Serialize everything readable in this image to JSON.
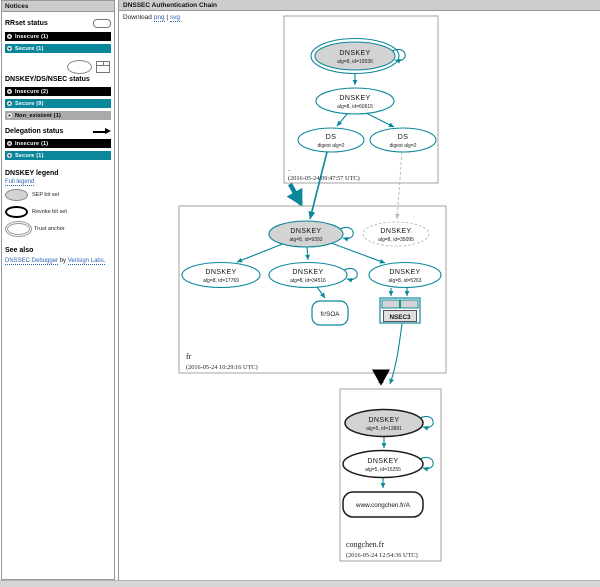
{
  "colors": {
    "secure": "#0a879a",
    "insecure": "#000000",
    "non_existent": "#aaaaaa",
    "sep_fill": "#d3d3d3",
    "link": "#3167b1",
    "panel_header": "#cccccc"
  },
  "sidebar": {
    "title": "Notices",
    "sections": [
      {
        "heading": "RRset status",
        "items": [
          {
            "label": "Insecure (1)",
            "status": "insecure"
          },
          {
            "label": "Secure (1)",
            "status": "secure"
          }
        ]
      },
      {
        "heading": "DNSKEY/DS/NSEC status",
        "items": [
          {
            "label": "Insecure (2)",
            "status": "insecure"
          },
          {
            "label": "Secure (9)",
            "status": "secure"
          },
          {
            "label": "Non_existent (1)",
            "status": "non_existent"
          }
        ]
      },
      {
        "heading": "Delegation status",
        "items": [
          {
            "label": "Insecure (1)",
            "status": "insecure"
          },
          {
            "label": "Secure (1)",
            "status": "secure"
          }
        ]
      }
    ],
    "legend": {
      "heading": "DNSKEY legend",
      "full_legend_link": "Full legend",
      "items": [
        {
          "label": "SEP bit set"
        },
        {
          "label": "Revoke bit set"
        },
        {
          "label": "Trust anchor"
        }
      ]
    },
    "see_also": {
      "heading": "See also",
      "link_debugger": "DNSSEC Debugger",
      "connector": "by",
      "link_verisign": "Verisign Labs."
    }
  },
  "main": {
    "title": "DNSSEC Authentication Chain",
    "download_label": "Download",
    "download_png": "png",
    "download_sep": "|",
    "download_svg": "svg"
  },
  "diagram": {
    "zones": [
      {
        "name": ".",
        "timestamp": "(2016-05-24 09:47:57 UTC)"
      },
      {
        "name": "fr",
        "timestamp": "(2016-05-24 10:29:16 UTC)"
      },
      {
        "name": "congchen.fr",
        "timestamp": "(2016-05-24 12:54:36 UTC)"
      }
    ],
    "nodes": {
      "root_ksk": {
        "label": "DNSKEY",
        "sub": "alg=8, id=19036"
      },
      "root_zsk": {
        "label": "DNSKEY",
        "sub": "alg=8, id=60615"
      },
      "ds_left": {
        "label": "DS",
        "sub": "digest alg=2"
      },
      "ds_right": {
        "label": "DS",
        "sub": "digest alg=2"
      },
      "fr_ksk": {
        "label": "DNSKEY",
        "sub": "alg=8, id=9392"
      },
      "fr_missing": {
        "label": "DNSKEY",
        "sub": "alg=8, id=35095"
      },
      "fr_key_a": {
        "label": "DNSKEY",
        "sub": "alg=8, id=17769"
      },
      "fr_key_b": {
        "label": "DNSKEY",
        "sub": "alg=8, id=34516"
      },
      "fr_key_c": {
        "label": "DNSKEY",
        "sub": "alg=8, id=5263"
      },
      "fr_soa": {
        "label": "fr/SOA"
      },
      "nsec3": {
        "label": "NSEC3"
      },
      "cc_ksk": {
        "label": "DNSKEY",
        "sub": "alg=5, id=13891"
      },
      "cc_zsk": {
        "label": "DNSKEY",
        "sub": "alg=5, id=15255"
      },
      "cc_a": {
        "label": "www.congchen.fr/A"
      }
    }
  }
}
